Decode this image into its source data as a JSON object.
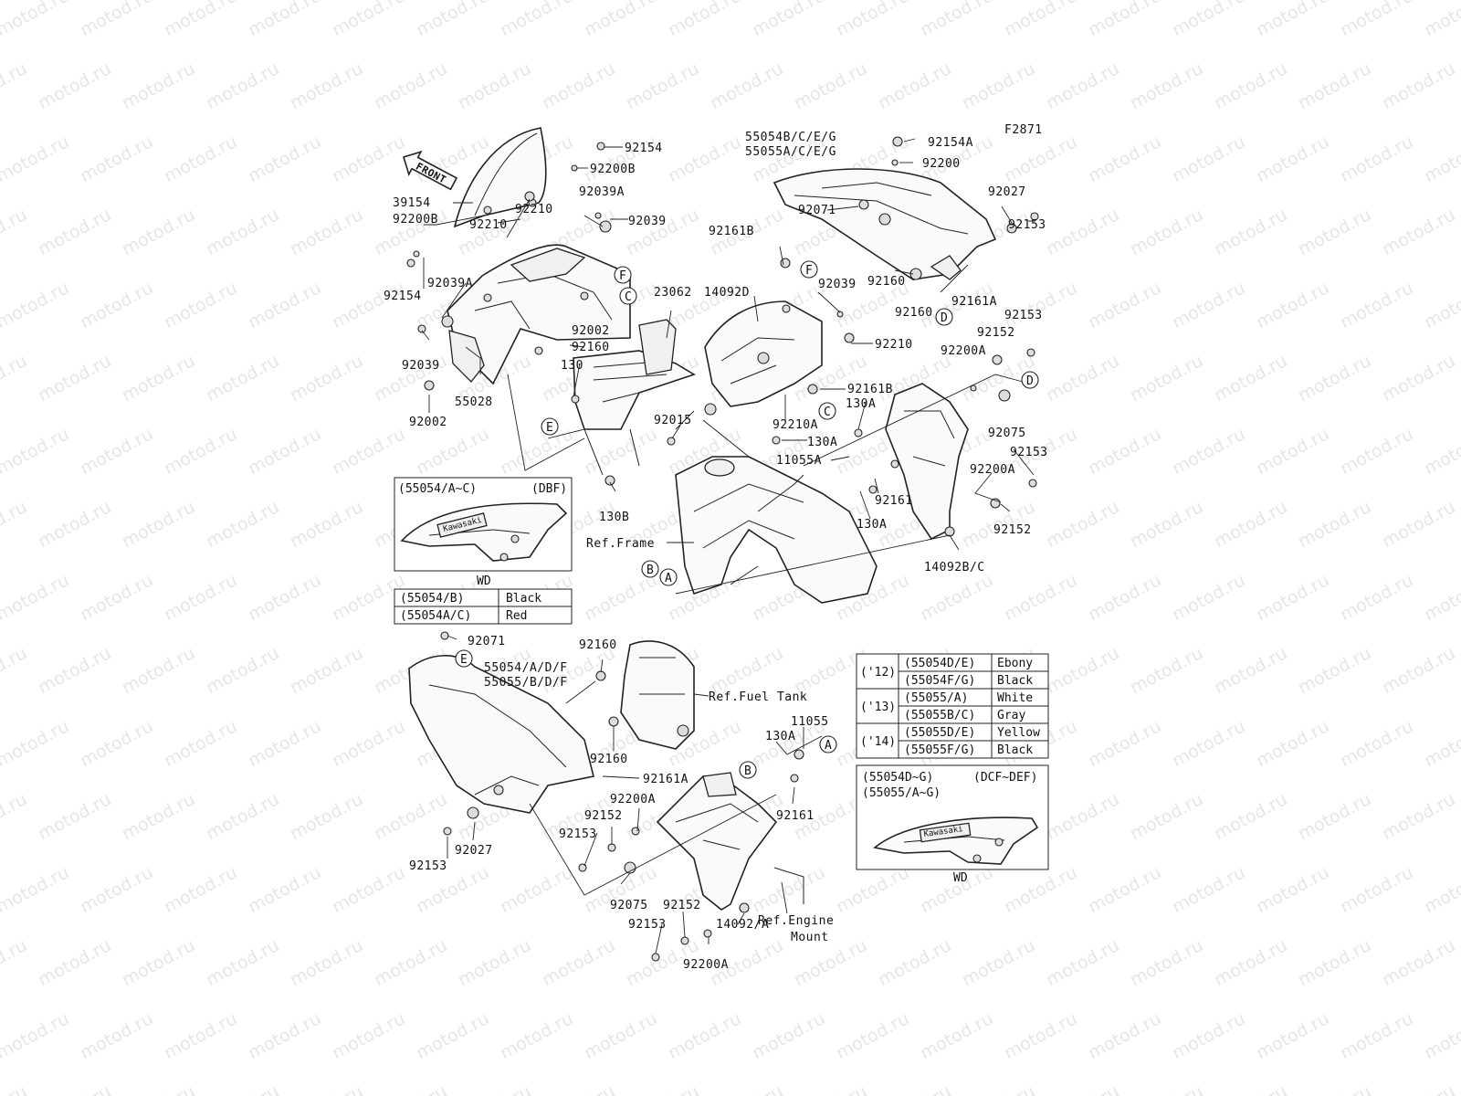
{
  "figure_code": "F2871",
  "front_label": "FRONT",
  "watermark": "motod.ru",
  "part_labels": {
    "l92154a": "92154",
    "l92200b_top": "92200B",
    "l39154": "39154",
    "l92200b": "92200B",
    "l92039a_top": "92039A",
    "l92210_a": "92210",
    "l92210_b": "92210",
    "l92039_top": "92039",
    "l92154_b": "92154",
    "l92039a_b": "92039A",
    "l92002_a": "92002",
    "l92160_a": "92160",
    "l92039_b": "92039",
    "l55028": "55028",
    "l92002_b": "92002",
    "l130": "130",
    "l23062": "23062",
    "l14092d": "14092D",
    "l92161b_a": "92161B",
    "l92039_c": "92039",
    "l55054bceg": "55054B/C/E/G",
    "l55055ace": "55055A/C/E/G",
    "l92154a_b": "92154A",
    "l92200": "92200",
    "l92071_a": "92071",
    "l92027_a": "92027",
    "l92153_a": "92153",
    "l92160_b": "92160",
    "l92160_c": "92160",
    "l92161a_a": "92161A",
    "l92153_b": "92153",
    "l92152_a": "92152",
    "l92200a_a": "92200A",
    "l92210_c": "92210",
    "l92161b_b": "92161B",
    "l130a_a": "130A",
    "l92210a": "92210A",
    "l92015": "92015",
    "l130a_b": "130A",
    "l11055a": "11055A",
    "l92075_a": "92075",
    "l92153_c": "92153",
    "l92200a_b": "92200A",
    "l92161_a": "92161",
    "l130b": "130B",
    "l130a_c": "130A",
    "l92152_b": "92152",
    "l14092bc": "14092B/C",
    "lref_frame": "Ref.Frame",
    "l92071_b": "92071",
    "l92160_d": "92160",
    "l55054adf": "55054/A/D/F",
    "l55055bdf": "55055/B/D/F",
    "lref_fuel": "Ref.Fuel Tank",
    "l92160_e": "92160",
    "l11055": "11055",
    "l130a_d": "130A",
    "l92161a_b": "92161A",
    "l92200a_c": "92200A",
    "l92152_c": "92152",
    "l92153_d": "92153",
    "l92161_b": "92161",
    "l92027_b": "92027",
    "l92153_e": "92153",
    "l92075_b": "92075",
    "l92152_d": "92152",
    "l92153_f": "92153",
    "l14092a": "14092/A",
    "l92200a_d": "92200A",
    "lref_engine1": "Ref.Engine",
    "lref_engine2": "Mount"
  },
  "callouts": {
    "f1": "F",
    "c1": "C",
    "d1": "D",
    "f2": "F",
    "c2": "C",
    "d2": "D",
    "e1": "E",
    "b1": "B",
    "a1": "A",
    "e2": "E",
    "b2": "B",
    "a2": "A"
  },
  "inset_dbf": {
    "parts": "(55054/A~C)",
    "code": "(DBF)",
    "caption": "WD",
    "badge_text": "Kawasaki"
  },
  "color_table_1": [
    {
      "part": "(55054/B)",
      "color": "Black"
    },
    {
      "part": "(55054A/C)",
      "color": "Red"
    }
  ],
  "color_table_2": [
    {
      "year": "('12)",
      "part": "(55054D/E)",
      "color": "Ebony"
    },
    {
      "year": "",
      "part": "(55054F/G)",
      "color": "Black"
    },
    {
      "year": "('13)",
      "part": "(55055/A)",
      "color": "White"
    },
    {
      "year": "",
      "part": "(55055B/C)",
      "color": "Gray"
    },
    {
      "year": "('14)",
      "part": "(55055D/E)",
      "color": "Yellow"
    },
    {
      "year": "",
      "part": "(55055F/G)",
      "color": "Black"
    }
  ],
  "inset_dcf": {
    "parts1": "(55054D~G)",
    "parts2": "(55055/A~G)",
    "code": "(DCF~DEF)",
    "caption": "WD",
    "badge_text": "Kawasaki"
  }
}
